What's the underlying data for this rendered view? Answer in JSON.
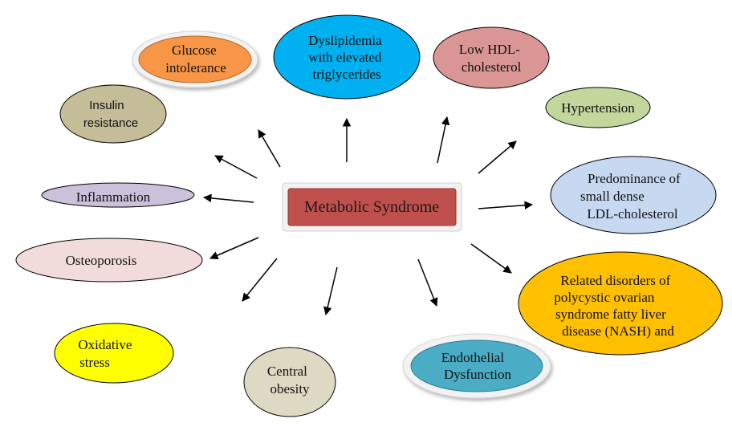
{
  "center": {
    "lines": [
      "Metabolic Syndrome"
    ],
    "fill": "#c0504d"
  },
  "nodes": [
    {
      "id": "glucose-intolerance",
      "lines": [
        "Glucose",
        "intolerance"
      ],
      "fill": "#f79646"
    },
    {
      "id": "dyslipidemia",
      "lines": [
        "Dyslipidemia",
        "with elevated",
        "triglycerides"
      ],
      "fill": "#00b0f0"
    },
    {
      "id": "low-hdl",
      "lines": [
        "Low HDL-",
        "cholesterol"
      ],
      "fill": "#d99694"
    },
    {
      "id": "insulin-resistance",
      "lines": [
        "Insulin",
        "resistance"
      ],
      "fill": "#c4bd97"
    },
    {
      "id": "hypertension",
      "lines": [
        "Hypertension"
      ],
      "fill": "#c3d69b"
    },
    {
      "id": "predominance-ldl",
      "lines": [
        "Predominance of",
        "small dense",
        "LDL-cholesterol"
      ],
      "fill": "#c6d9f1"
    },
    {
      "id": "inflammation",
      "lines": [
        "Inflammation"
      ],
      "fill": "#ccc1da"
    },
    {
      "id": "osteoporosis",
      "lines": [
        "Osteoporosis"
      ],
      "fill": "#f2dcdb"
    },
    {
      "id": "related-disorders",
      "lines": [
        "Related disorders of",
        "polycystic ovarian",
        "syndrome fatty liver",
        "disease (NASH) and"
      ],
      "fill": "#ffc000"
    },
    {
      "id": "oxidative-stress",
      "lines": [
        "Oxidative",
        "stress"
      ],
      "fill": "#ffff00"
    },
    {
      "id": "central-obesity",
      "lines": [
        "Central",
        "obesity"
      ],
      "fill": "#ddd9c3"
    },
    {
      "id": "endothelial-dysfunction",
      "lines": [
        "Endothelial",
        "Dysfunction"
      ],
      "fill": "#4bacc6"
    }
  ]
}
